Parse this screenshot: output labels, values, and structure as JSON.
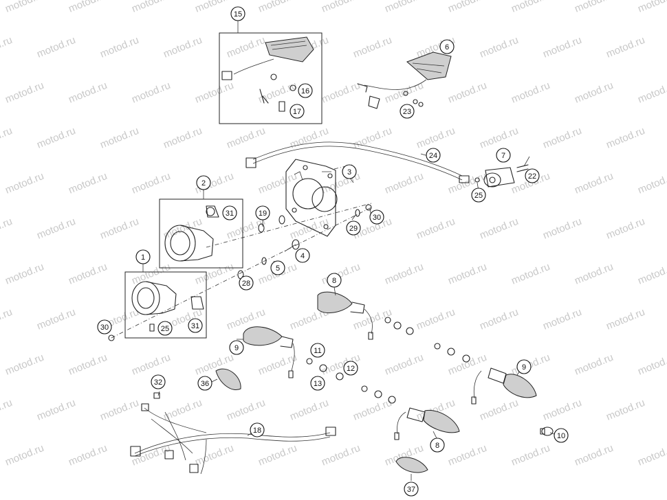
{
  "watermark": "motod.ru",
  "callouts": [
    "1",
    "2",
    "3",
    "4",
    "5",
    "6",
    "7",
    "8",
    "8",
    "9",
    "9",
    "10",
    "11",
    "12",
    "13",
    "15",
    "16",
    "17",
    "18",
    "19",
    "22",
    "23",
    "24",
    "25",
    "25",
    "28",
    "29",
    "30",
    "30",
    "31",
    "31",
    "32",
    "36",
    "37"
  ]
}
